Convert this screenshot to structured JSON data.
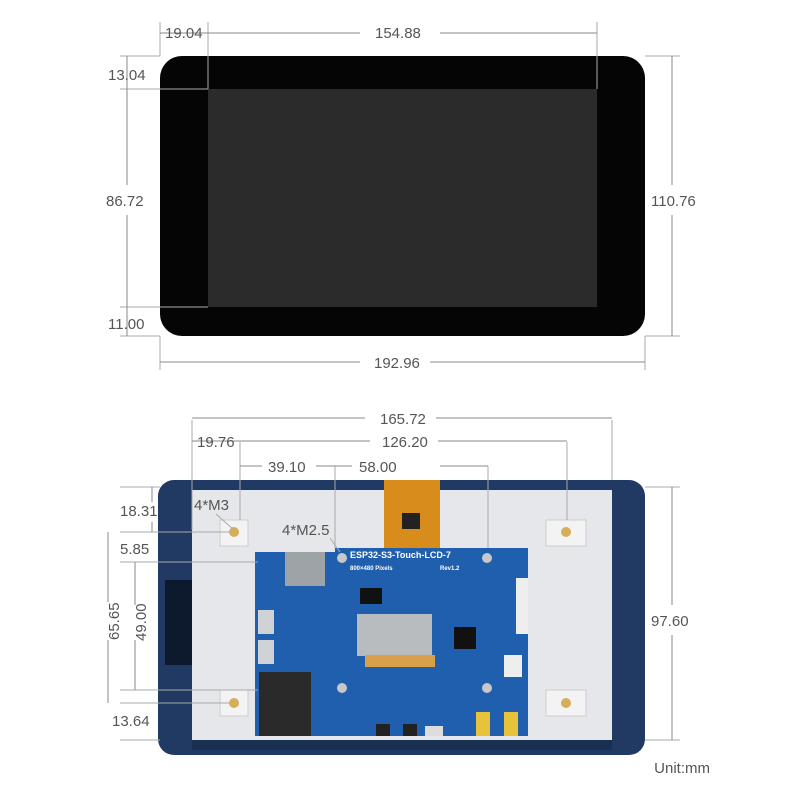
{
  "front_view": {
    "dim_left_offset": "19.04",
    "dim_active_width": "154.88",
    "dim_top_offset": "13.04",
    "dim_active_height": "86.72",
    "dim_bottom_offset": "11.00",
    "dim_total_height": "110.76",
    "dim_total_width": "192.96"
  },
  "back_view": {
    "dim_hole_span_outer": "165.72",
    "dim_left_to_hole": "19.76",
    "dim_hole_span_inner": "126.20",
    "dim_offset_a": "39.10",
    "dim_offset_b": "58.00",
    "dim_top_to_hole": "18.31",
    "dim_hole_a": "5.85",
    "dim_span_a": "65.65",
    "dim_span_b": "49.00",
    "dim_bottom": "13.64",
    "dim_height": "97.60",
    "label_m3": "4*M3",
    "label_m25": "4*M2.5",
    "board_title": "ESP32-S3-Touch-LCD-7",
    "board_pixels": "800×480 Pixels",
    "board_rev": "Rev1.2"
  },
  "unit_label": "Unit:mm",
  "colors": {
    "bezel": "#050505",
    "active_area": "#2b2b2b",
    "back_frame": "#203a63",
    "back_plate": "#e6e7ea",
    "pcb": "#1f5fae",
    "standoff": "#d6ad5a"
  }
}
